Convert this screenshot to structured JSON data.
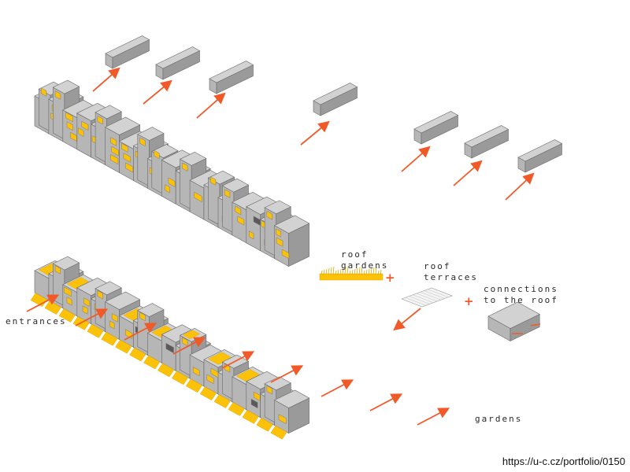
{
  "labels": {
    "roof_gardens_1": "roof",
    "roof_gardens_2": "gardens",
    "roof_terraces_1": "roof",
    "roof_terraces_2": "terraces",
    "connections_1": "connections",
    "connections_2": "to the roof",
    "entrances": "entrances",
    "gardens": "gardens",
    "plus": "+"
  },
  "source_url": "https://u-c.cz/portfolio/0150",
  "colors": {
    "block_top": "#d2d2d2",
    "block_front": "#b6b6b6",
    "block_side": "#9a9a9a",
    "outline": "#6a6a6a",
    "yellow": "#fcc20a",
    "yellow_dark": "#e0a800",
    "arrow": "#f05a28",
    "window_dark": "#5a5a5a"
  },
  "icons": [
    "arrow-icon",
    "grass-icon",
    "terrace-grid-icon",
    "plus-icon"
  ]
}
